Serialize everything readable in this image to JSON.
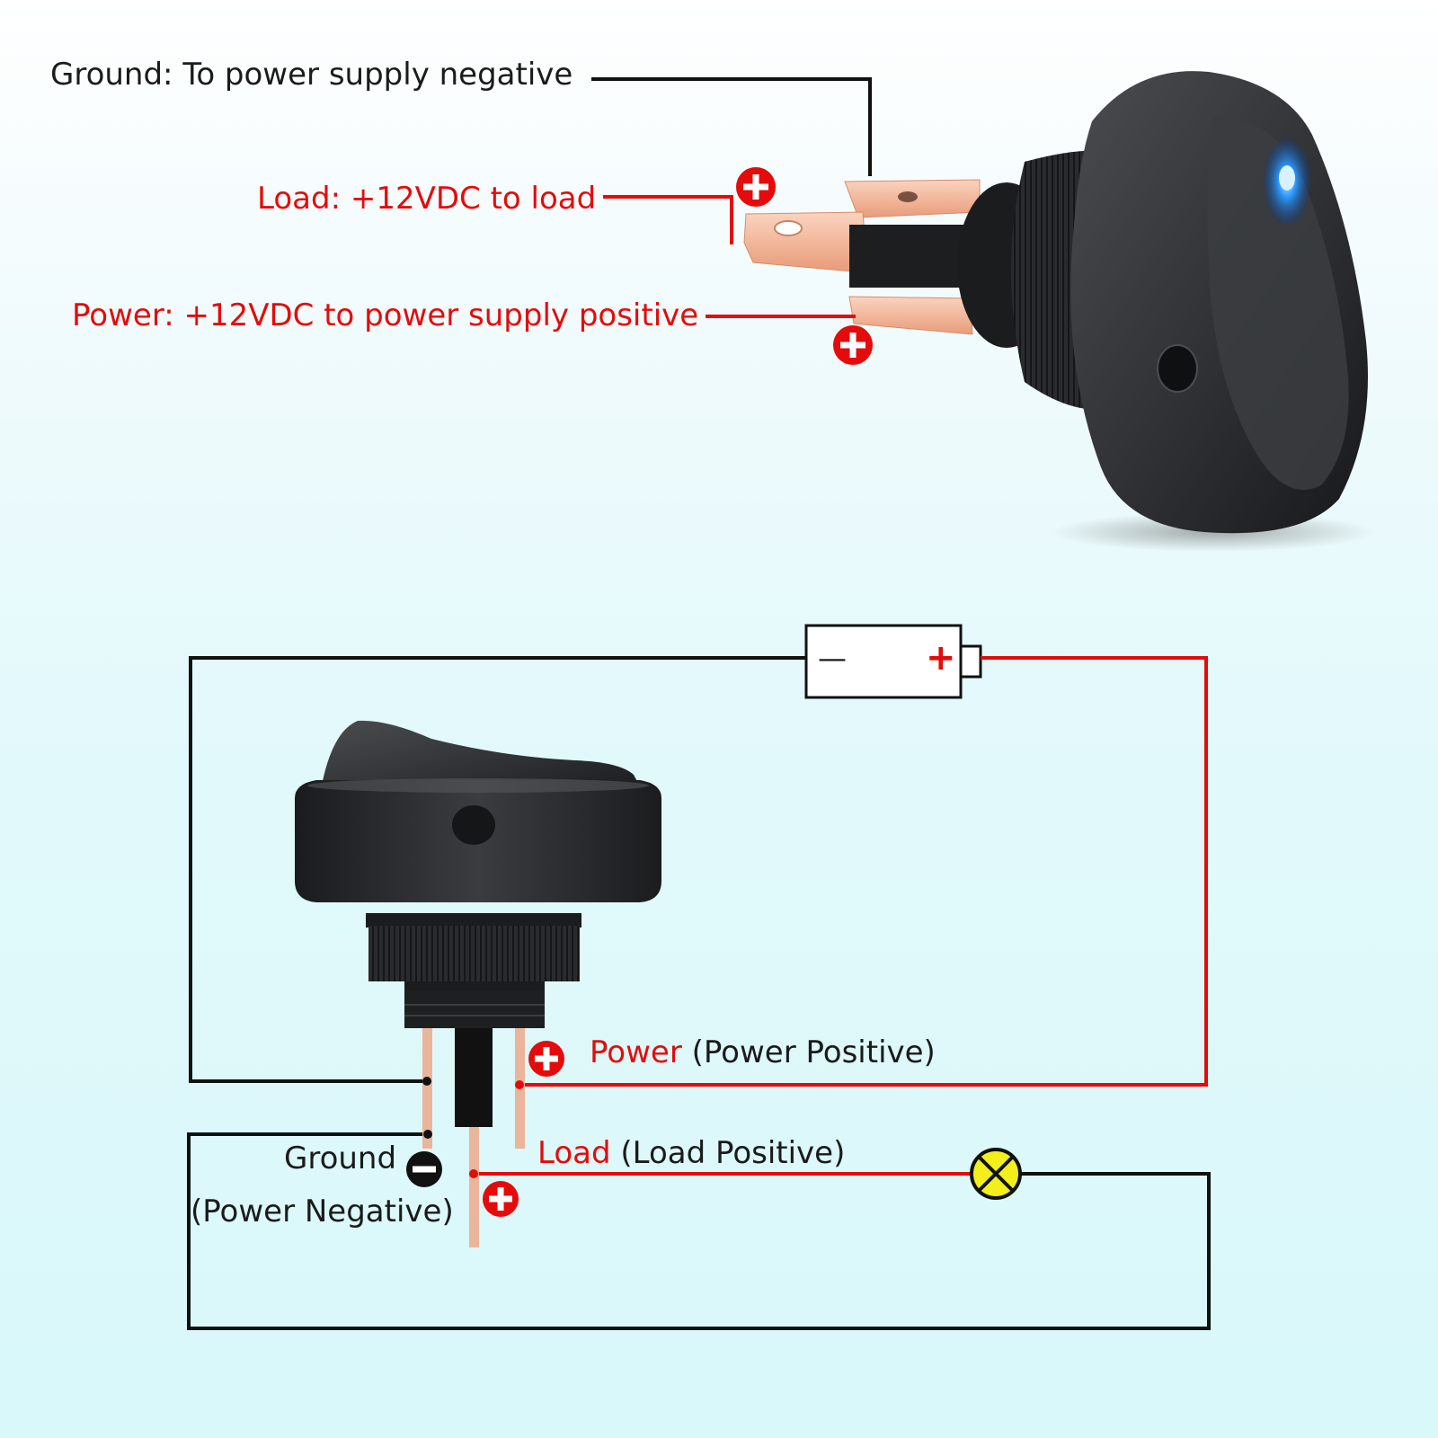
{
  "top": {
    "ground_label": "Ground: To power supply negative",
    "load_label": "Load: +12VDC to load",
    "power_label": "Power: +12VDC to power supply positive"
  },
  "bottom": {
    "battery_minus": "—",
    "battery_plus": "+",
    "power_word": "Power",
    "power_detail": "(Power Positive)",
    "load_word": "Load",
    "load_detail": "(Load Positive)",
    "ground_word": "Ground",
    "ground_detail": "(Power Negative)"
  },
  "colors": {
    "positive_wire": "#e50b0b",
    "negative_wire": "#111111",
    "switch_body": "#2b2d30",
    "terminal": "#f3b495",
    "indicator_led": "#1e90ff",
    "lamp": "#f2ef1a"
  },
  "icons": {
    "positive_marker": "plus-circle-icon",
    "negative_marker": "minus-circle-icon",
    "lamp": "lamp-icon",
    "battery": "battery-icon"
  }
}
